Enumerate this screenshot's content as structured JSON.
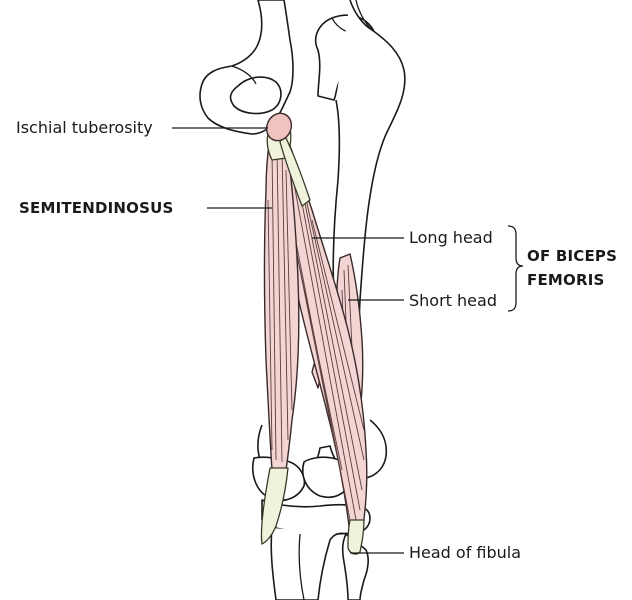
{
  "labels": {
    "ischial_tuberosity": "Ischial tuberosity",
    "semitendinosus": "SEMITENDINOSUS",
    "long_head": "Long head",
    "short_head": "Short head",
    "of_biceps": "OF BICEPS",
    "femoris": "FEMORIS",
    "head_of_fibula": "Head of fibula"
  },
  "colors": {
    "muscle": "#f3d6d3",
    "tendon": "#f1f2dc",
    "outline": "#1a1a1a"
  }
}
